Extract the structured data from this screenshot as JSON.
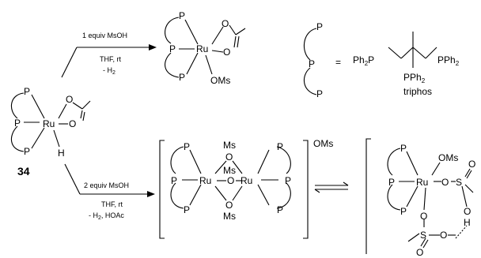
{
  "atoms": {
    "P": "P",
    "Ru": "Ru",
    "O": "O",
    "H": "H",
    "Ms": "Ms",
    "OMs": "OMs",
    "S": "S"
  },
  "compound": {
    "label": "34"
  },
  "top_arrow": {
    "line1": "1 equiv MsOH",
    "line2": "THF, rt",
    "line3": "- H",
    "line3_sub": "2"
  },
  "bottom_arrow": {
    "line1": "2 equiv MsOH",
    "line2": "THF, rt",
    "line3_pre": "- H",
    "line3_sub": "2",
    "line3_post": ", HOAc"
  },
  "legend": {
    "equals": "=",
    "ph2p_left": "Ph",
    "ph2p_left_sub": "2",
    "ph2p_left_post": "P",
    "pph2_right": "PPh",
    "pph2_right_sub": "2",
    "pph2_bottom": "PPh",
    "pph2_bottom_sub": "2",
    "name": "triphos"
  },
  "dimer": {
    "counterion": "OMs"
  }
}
